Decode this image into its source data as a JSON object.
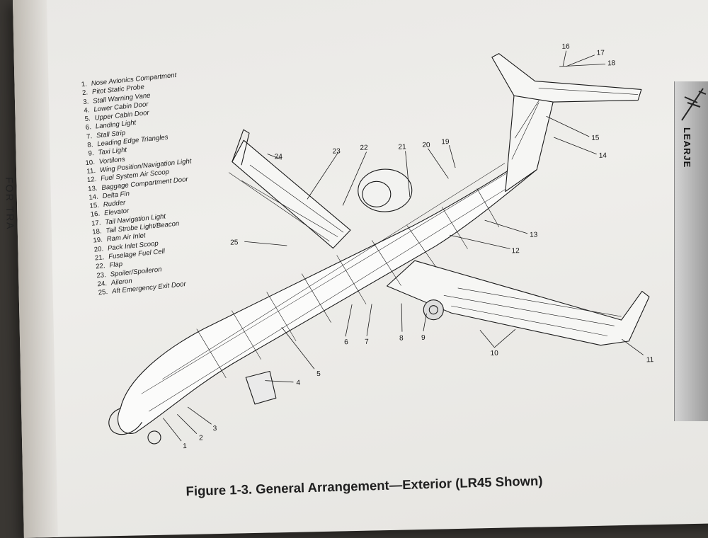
{
  "edge_text": "FOR TRA",
  "side_tab_text": "LEARJE",
  "legend": [
    {
      "num": "1.",
      "label": "Nose Avionics Compartment"
    },
    {
      "num": "2.",
      "label": "Pitot Static Probe"
    },
    {
      "num": "3.",
      "label": "Stall Warning Vane"
    },
    {
      "num": "4.",
      "label": "Lower Cabin Door"
    },
    {
      "num": "5.",
      "label": "Upper Cabin Door"
    },
    {
      "num": "6.",
      "label": "Landing Light"
    },
    {
      "num": "7.",
      "label": "Stall Strip"
    },
    {
      "num": "8.",
      "label": "Leading Edge Triangles"
    },
    {
      "num": "9.",
      "label": "Taxi Light"
    },
    {
      "num": "10.",
      "label": "Vortilons"
    },
    {
      "num": "11.",
      "label": "Wing Position/Navigation Light"
    },
    {
      "num": "12.",
      "label": "Fuel System Air Scoop"
    },
    {
      "num": "13.",
      "label": "Baggage Compartment Door"
    },
    {
      "num": "14.",
      "label": "Delta Fin"
    },
    {
      "num": "15.",
      "label": "Rudder"
    },
    {
      "num": "16.",
      "label": "Elevator"
    },
    {
      "num": "17.",
      "label": "Tail Navigation Light"
    },
    {
      "num": "18.",
      "label": "Tail Strobe Light/Beacon"
    },
    {
      "num": "19.",
      "label": "Ram Air Inlet"
    },
    {
      "num": "20.",
      "label": "Pack Inlet Scoop"
    },
    {
      "num": "21.",
      "label": "Fuselage Fuel Cell"
    },
    {
      "num": "22.",
      "label": "Flap"
    },
    {
      "num": "23.",
      "label": "Spoiler/Spoileron"
    },
    {
      "num": "24.",
      "label": "Aileron"
    },
    {
      "num": "25.",
      "label": "Aft Emergency Exit Door"
    }
  ],
  "callouts": [
    "1",
    "2",
    "3",
    "4",
    "5",
    "6",
    "7",
    "8",
    "9",
    "10",
    "11",
    "12",
    "13",
    "14",
    "15",
    "16",
    "17",
    "18",
    "19",
    "20",
    "21",
    "22",
    "23",
    "24",
    "25"
  ],
  "caption": "Figure 1-3.  General Arrangement—Exterior (LR45 Shown)"
}
